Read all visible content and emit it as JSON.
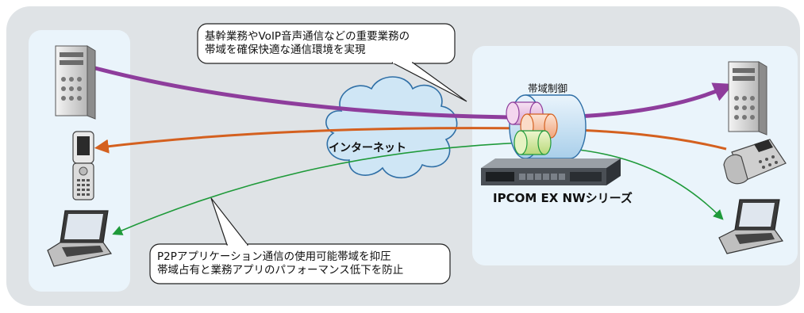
{
  "callouts": {
    "top": {
      "line1": "基幹業務やVoIP音声通信などの重要業務の",
      "line2": "帯域を確保快適な通信環境を実現"
    },
    "bottom": {
      "line1": "P2Pアプリケーション通信の使用可能帯域を抑圧",
      "line2": "帯域占有と業務アプリのパフォーマンス低下を防止"
    }
  },
  "cloud": {
    "label": "インターネット"
  },
  "bandwidth_control": {
    "label": "帯域制御"
  },
  "product": {
    "label": "IPCOM EX NWシリーズ"
  },
  "colors": {
    "background": "#dfe3e6",
    "panel": "#eaf4fb",
    "business_flow": "#8e3d9c",
    "voip_flow": "#d4601f",
    "p2p_flow": "#1f9a3a",
    "cloud": "#cfe6f5"
  },
  "flows": [
    {
      "name": "business-traffic",
      "color": "#8e3d9c"
    },
    {
      "name": "voip-traffic",
      "color": "#d4601f"
    },
    {
      "name": "p2p-traffic",
      "color": "#1f9a3a"
    }
  ]
}
